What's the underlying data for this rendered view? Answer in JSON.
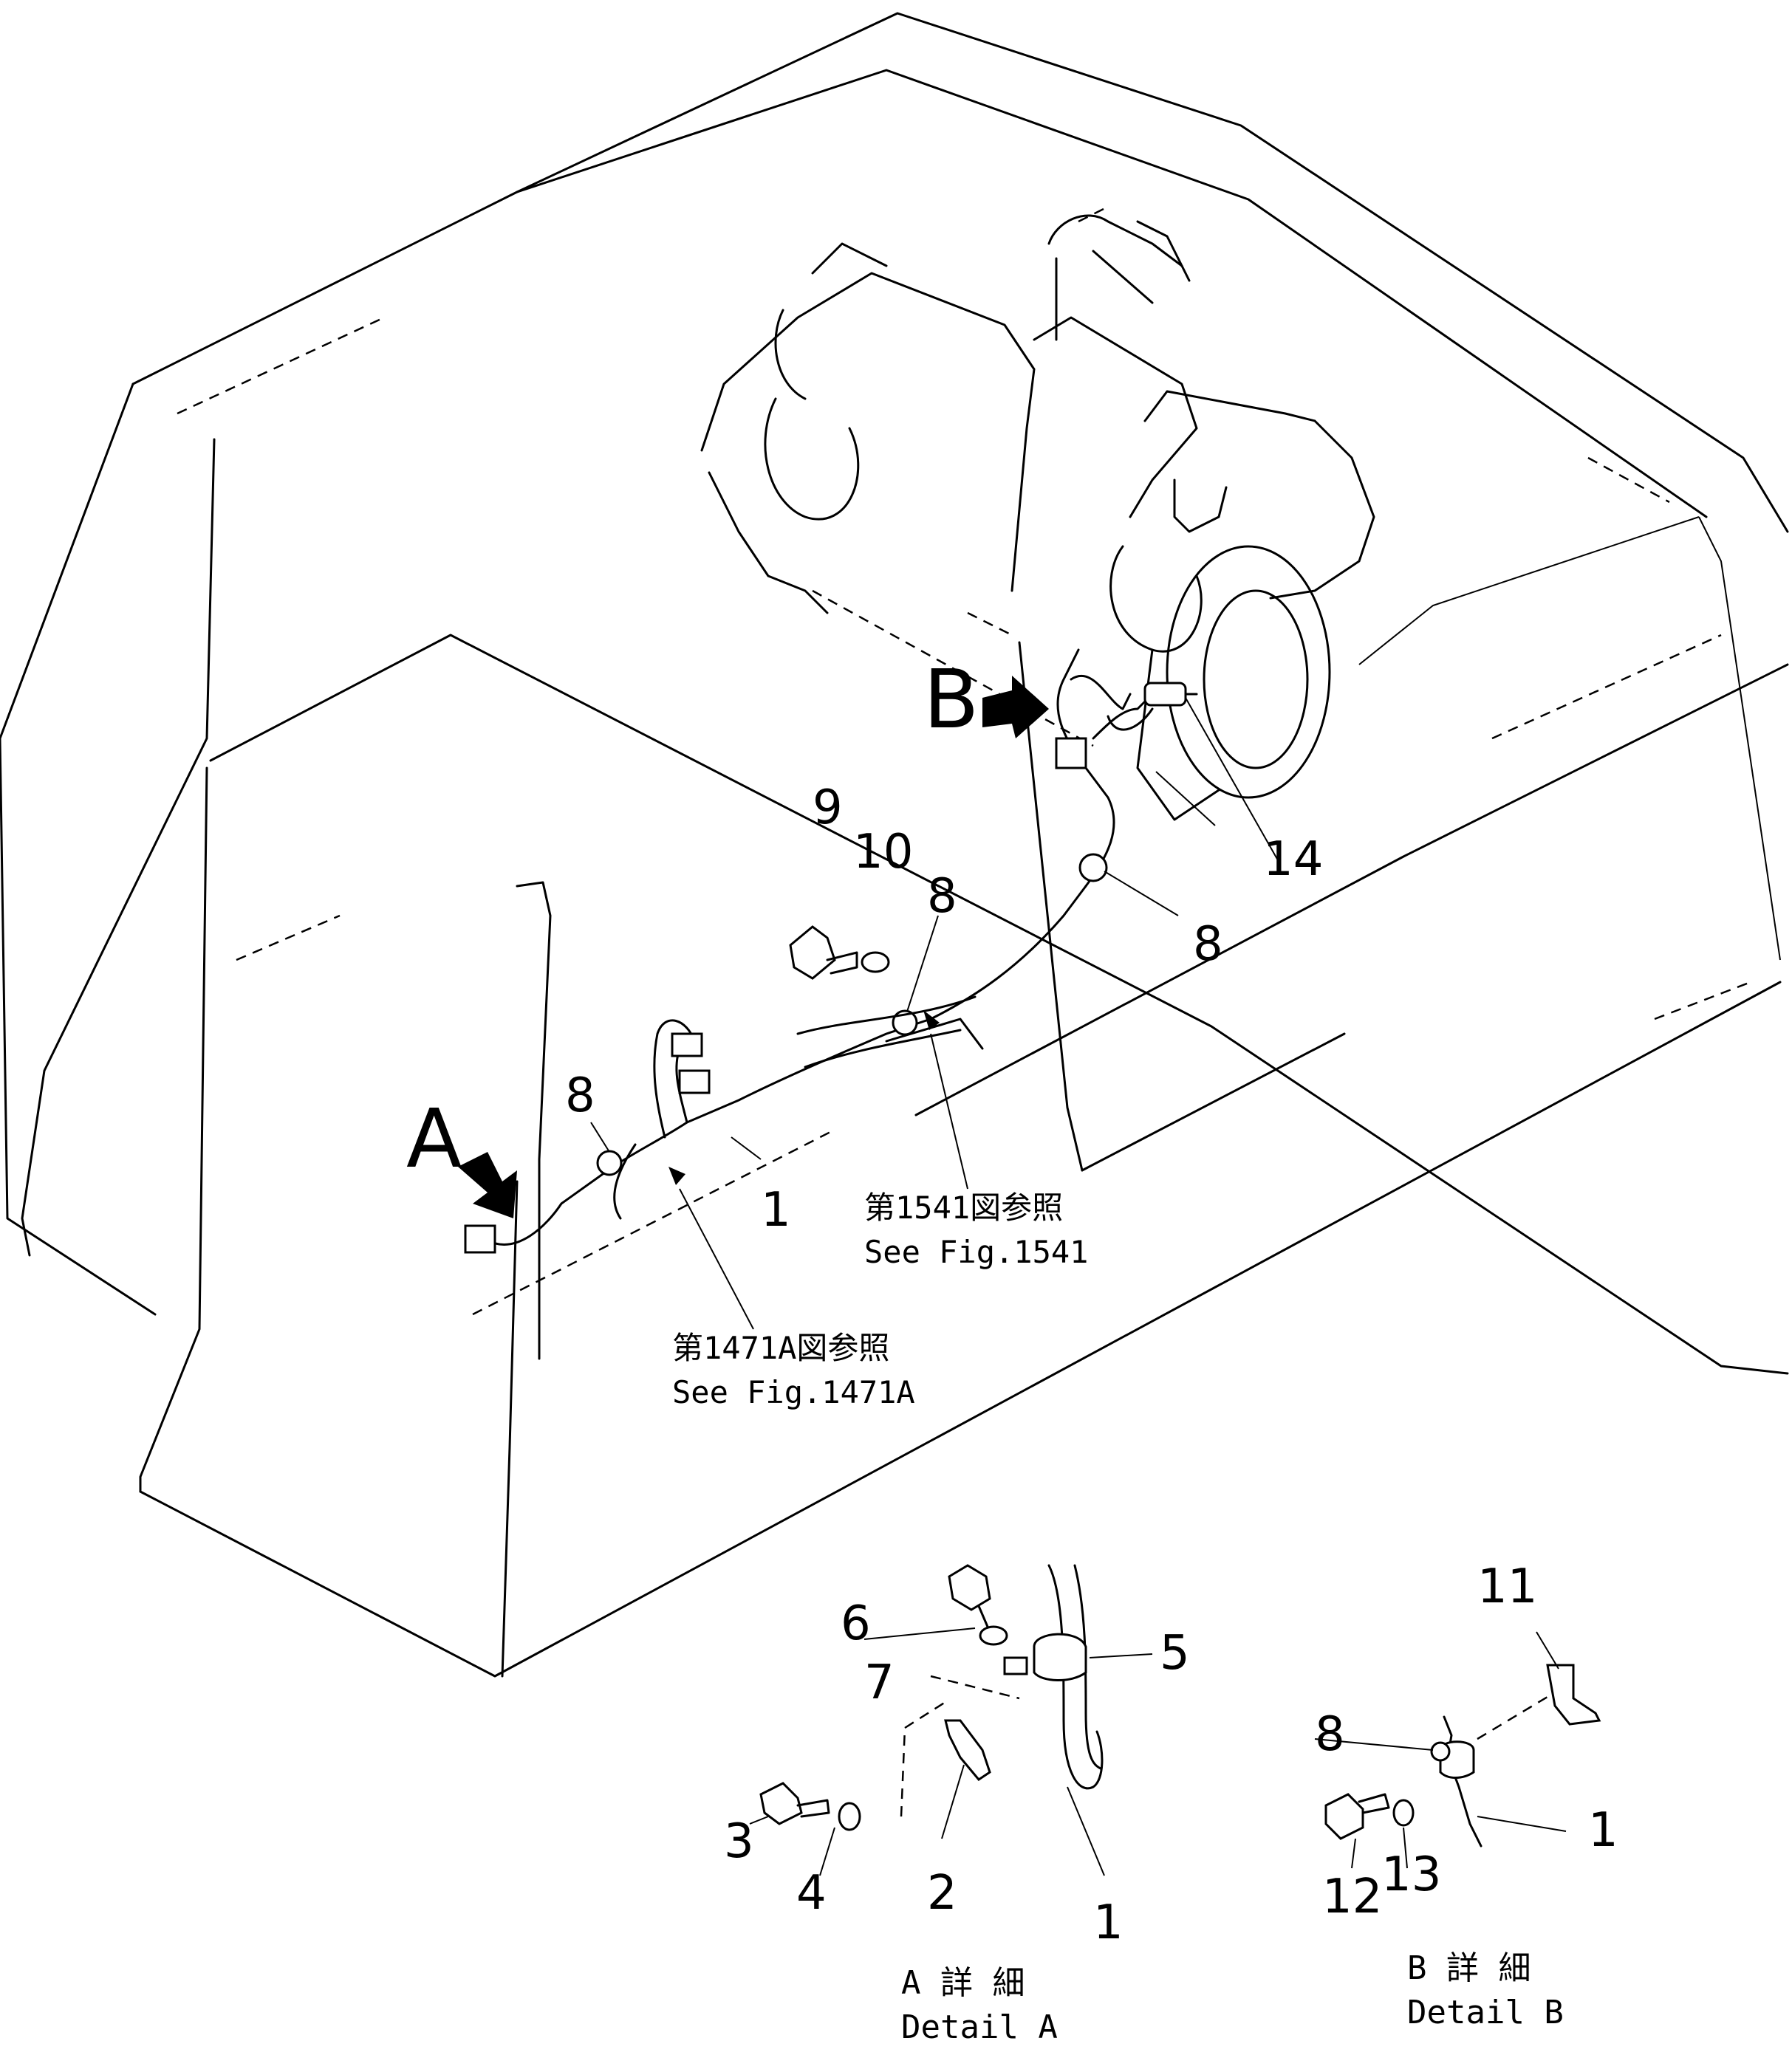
{
  "labels": {
    "A": "A",
    "B": "B",
    "p9_top": "9",
    "p10_top": "10",
    "p8_mid": "8",
    "p8_right": "8",
    "p8_left": "8",
    "p1_main": "1",
    "p14": "14",
    "a6": "6",
    "a7": "7",
    "a5": "5",
    "a3": "3",
    "a4": "4",
    "a2": "2",
    "a1": "1",
    "b11": "11",
    "b8": "8",
    "b1": "1",
    "b12": "12",
    "b13": "13"
  },
  "notes": {
    "fig1541_ja": "第1541図参照",
    "fig1541_en": "See Fig.1541",
    "fig1471a_ja": "第1471A図参照",
    "fig1471a_en": "See Fig.1471A"
  },
  "captions": {
    "detail_a_ja": "A 詳 細",
    "detail_a_en": "Detail A",
    "detail_b_ja": "B 詳 細",
    "detail_b_en": "Detail B"
  }
}
